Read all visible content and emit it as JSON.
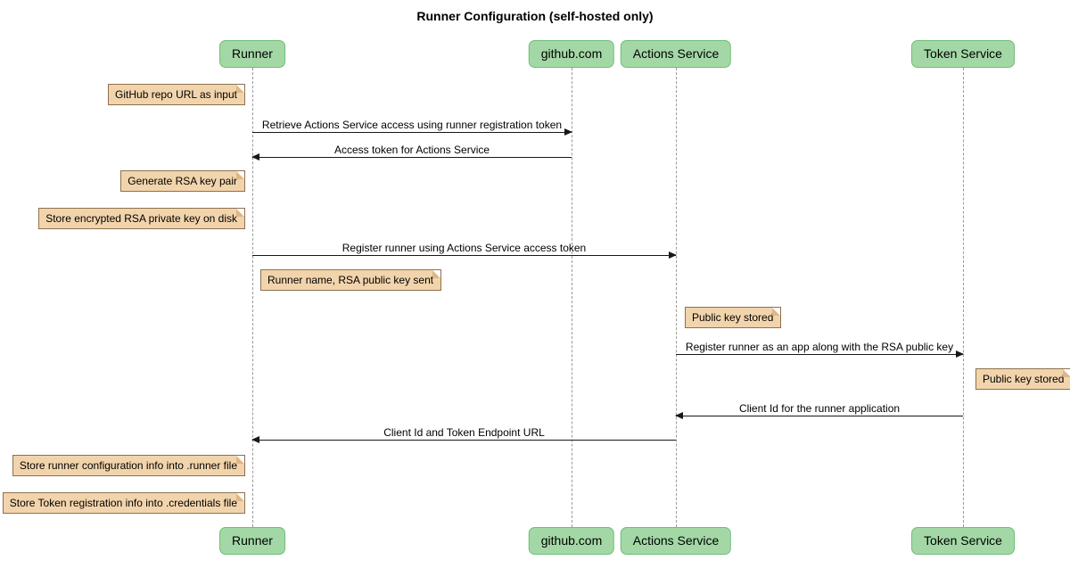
{
  "title": "Runner Configuration (self-hosted only)",
  "participants": [
    {
      "label": "Runner"
    },
    {
      "label": "github.com"
    },
    {
      "label": "Actions Service"
    },
    {
      "label": "Token Service"
    }
  ],
  "messages": [
    {
      "text": "Retrieve Actions Service access using runner registration token",
      "from": "Runner",
      "to": "github.com"
    },
    {
      "text": "Access token for Actions Service",
      "from": "github.com",
      "to": "Runner"
    },
    {
      "text": "Register runner using Actions Service access token",
      "from": "Runner",
      "to": "Actions Service"
    },
    {
      "text": "Register runner as an app along with the RSA public key",
      "from": "Actions Service",
      "to": "Token Service"
    },
    {
      "text": "Client Id for the runner application",
      "from": "Token Service",
      "to": "Actions Service"
    },
    {
      "text": "Client Id and Token Endpoint URL",
      "from": "Actions Service",
      "to": "Runner"
    }
  ],
  "notes": [
    {
      "text": "GitHub repo URL as input",
      "anchor": "Runner",
      "side": "left"
    },
    {
      "text": "Generate RSA key pair",
      "anchor": "Runner",
      "side": "left"
    },
    {
      "text": "Store encrypted RSA private key on disk",
      "anchor": "Runner",
      "side": "left"
    },
    {
      "text": "Runner name, RSA public key sent",
      "anchor": "Runner",
      "side": "right"
    },
    {
      "text": "Public key stored",
      "anchor": "Actions Service",
      "side": "right"
    },
    {
      "text": "Public key stored",
      "anchor": "Token Service",
      "side": "right"
    },
    {
      "text": "Store runner configuration info into .runner file",
      "anchor": "Runner",
      "side": "left"
    },
    {
      "text": "Store Token registration info into .credentials file",
      "anchor": "Runner",
      "side": "left"
    }
  ],
  "colors": {
    "participant_fill": "#a3d8a6",
    "participant_border": "#6fbd78",
    "note_fill": "#f2d4ac",
    "note_border": "#8d714d",
    "lifeline": "#9a9a9a",
    "arrow": "#181818"
  }
}
